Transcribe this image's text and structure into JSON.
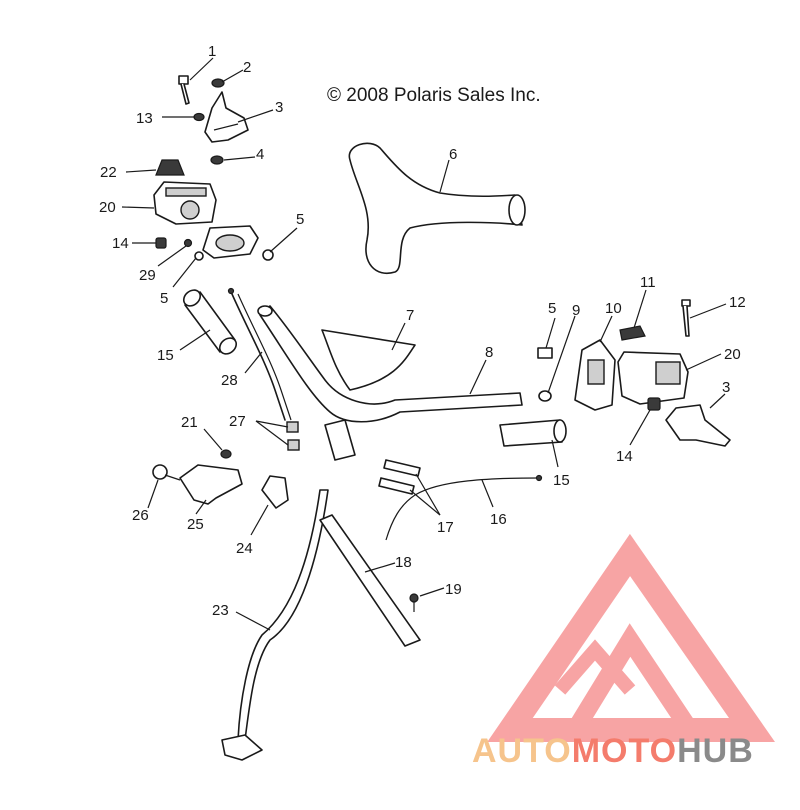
{
  "copyright": "© 2008 Polaris Sales Inc.",
  "watermark": {
    "part1": "AUTO",
    "part2": "MOTO",
    "part3": "HUB",
    "color_auto": "#f6c48c",
    "color_moto": "#f47c6c",
    "color_hub": "#8a8a8a",
    "logo_color": "#f25a5a"
  },
  "callouts": {
    "c1": "1",
    "c2": "2",
    "c3a": "3",
    "c13": "13",
    "c4": "4",
    "c22": "22",
    "c20a": "20",
    "c14a": "14",
    "c29": "29",
    "c5a": "5",
    "c5b": "5",
    "c6": "6",
    "c15a": "15",
    "c28": "28",
    "c7": "7",
    "c8": "8",
    "c5c": "5",
    "c9": "9",
    "c10": "10",
    "c11": "11",
    "c12": "12",
    "c20b": "20",
    "c3b": "3",
    "c14b": "14",
    "c15b": "15",
    "c21": "21",
    "c27": "27",
    "c26": "26",
    "c25": "25",
    "c24": "24",
    "c17": "17",
    "c16": "16",
    "c18": "18",
    "c19": "19",
    "c23": "23"
  }
}
